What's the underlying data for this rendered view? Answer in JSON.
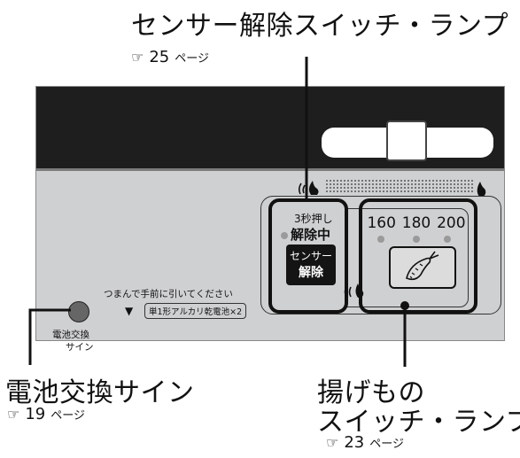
{
  "callouts": {
    "sensor": {
      "title": "センサー解除スイッチ・ランプ",
      "ref_page": "25",
      "ref_unit": "ページ"
    },
    "battery": {
      "title": "電池交換サイン",
      "ref_page": "19",
      "ref_unit": "ページ"
    },
    "fry": {
      "title_line1": "揚げもの",
      "title_line2": "スイッチ・ランプ",
      "ref_page": "23",
      "ref_unit": "ページ"
    }
  },
  "panel": {
    "sensor_button": {
      "hold_text": "3秒押し",
      "status_text": "解除中",
      "sensor_label": "センサー",
      "release_label": "解除"
    },
    "fry_button": {
      "temperatures": [
        "160",
        "180",
        "200"
      ],
      "icon": "fried-shrimp-icon"
    },
    "battery": {
      "label_line1": "電池交換",
      "label_line2": "サイン",
      "instruction": "つまんで手前に引いてください",
      "battery_spec": "単1形アルカリ乾電池×2"
    }
  },
  "icons": {
    "reference_hand": "☞",
    "arrow_down": "▼"
  },
  "colors": {
    "panel_gray": "#cfd0d2",
    "panel_top": "#1e1e1e",
    "lamp": "#9a9a9a",
    "button_dark": "#141414"
  }
}
